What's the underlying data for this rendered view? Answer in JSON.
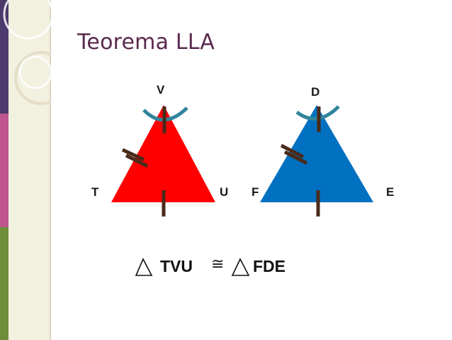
{
  "slide": {
    "title": "Teorema LLA",
    "colors": {
      "title": "#5a2a4f",
      "sidebar": "#f2f0df",
      "strip_top": "#4b3a6b",
      "strip_mid": "#c0568f",
      "strip_bottom": "#6e8f3a",
      "triangle_left": "#ff0000",
      "triangle_right": "#0070c0",
      "arc": "#31849b",
      "tick": "#4a2a1a"
    }
  },
  "triangle_left": {
    "top": "V",
    "left": "T",
    "right": "U"
  },
  "triangle_right": {
    "top": "D",
    "left": "F",
    "right": "E"
  },
  "statement": {
    "left": "TVU",
    "symbol": "≅",
    "right": "FDE",
    "triangle_symbol": "triangle-icon"
  }
}
